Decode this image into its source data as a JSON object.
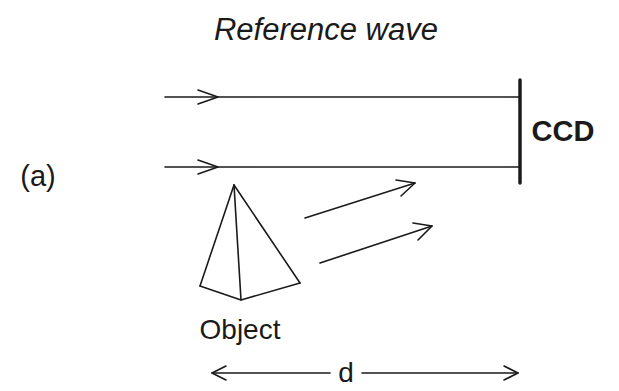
{
  "diagram": {
    "labels": [
      "Reference wave",
      "(a)",
      "CCD",
      "Object",
      "d"
    ]
  }
}
